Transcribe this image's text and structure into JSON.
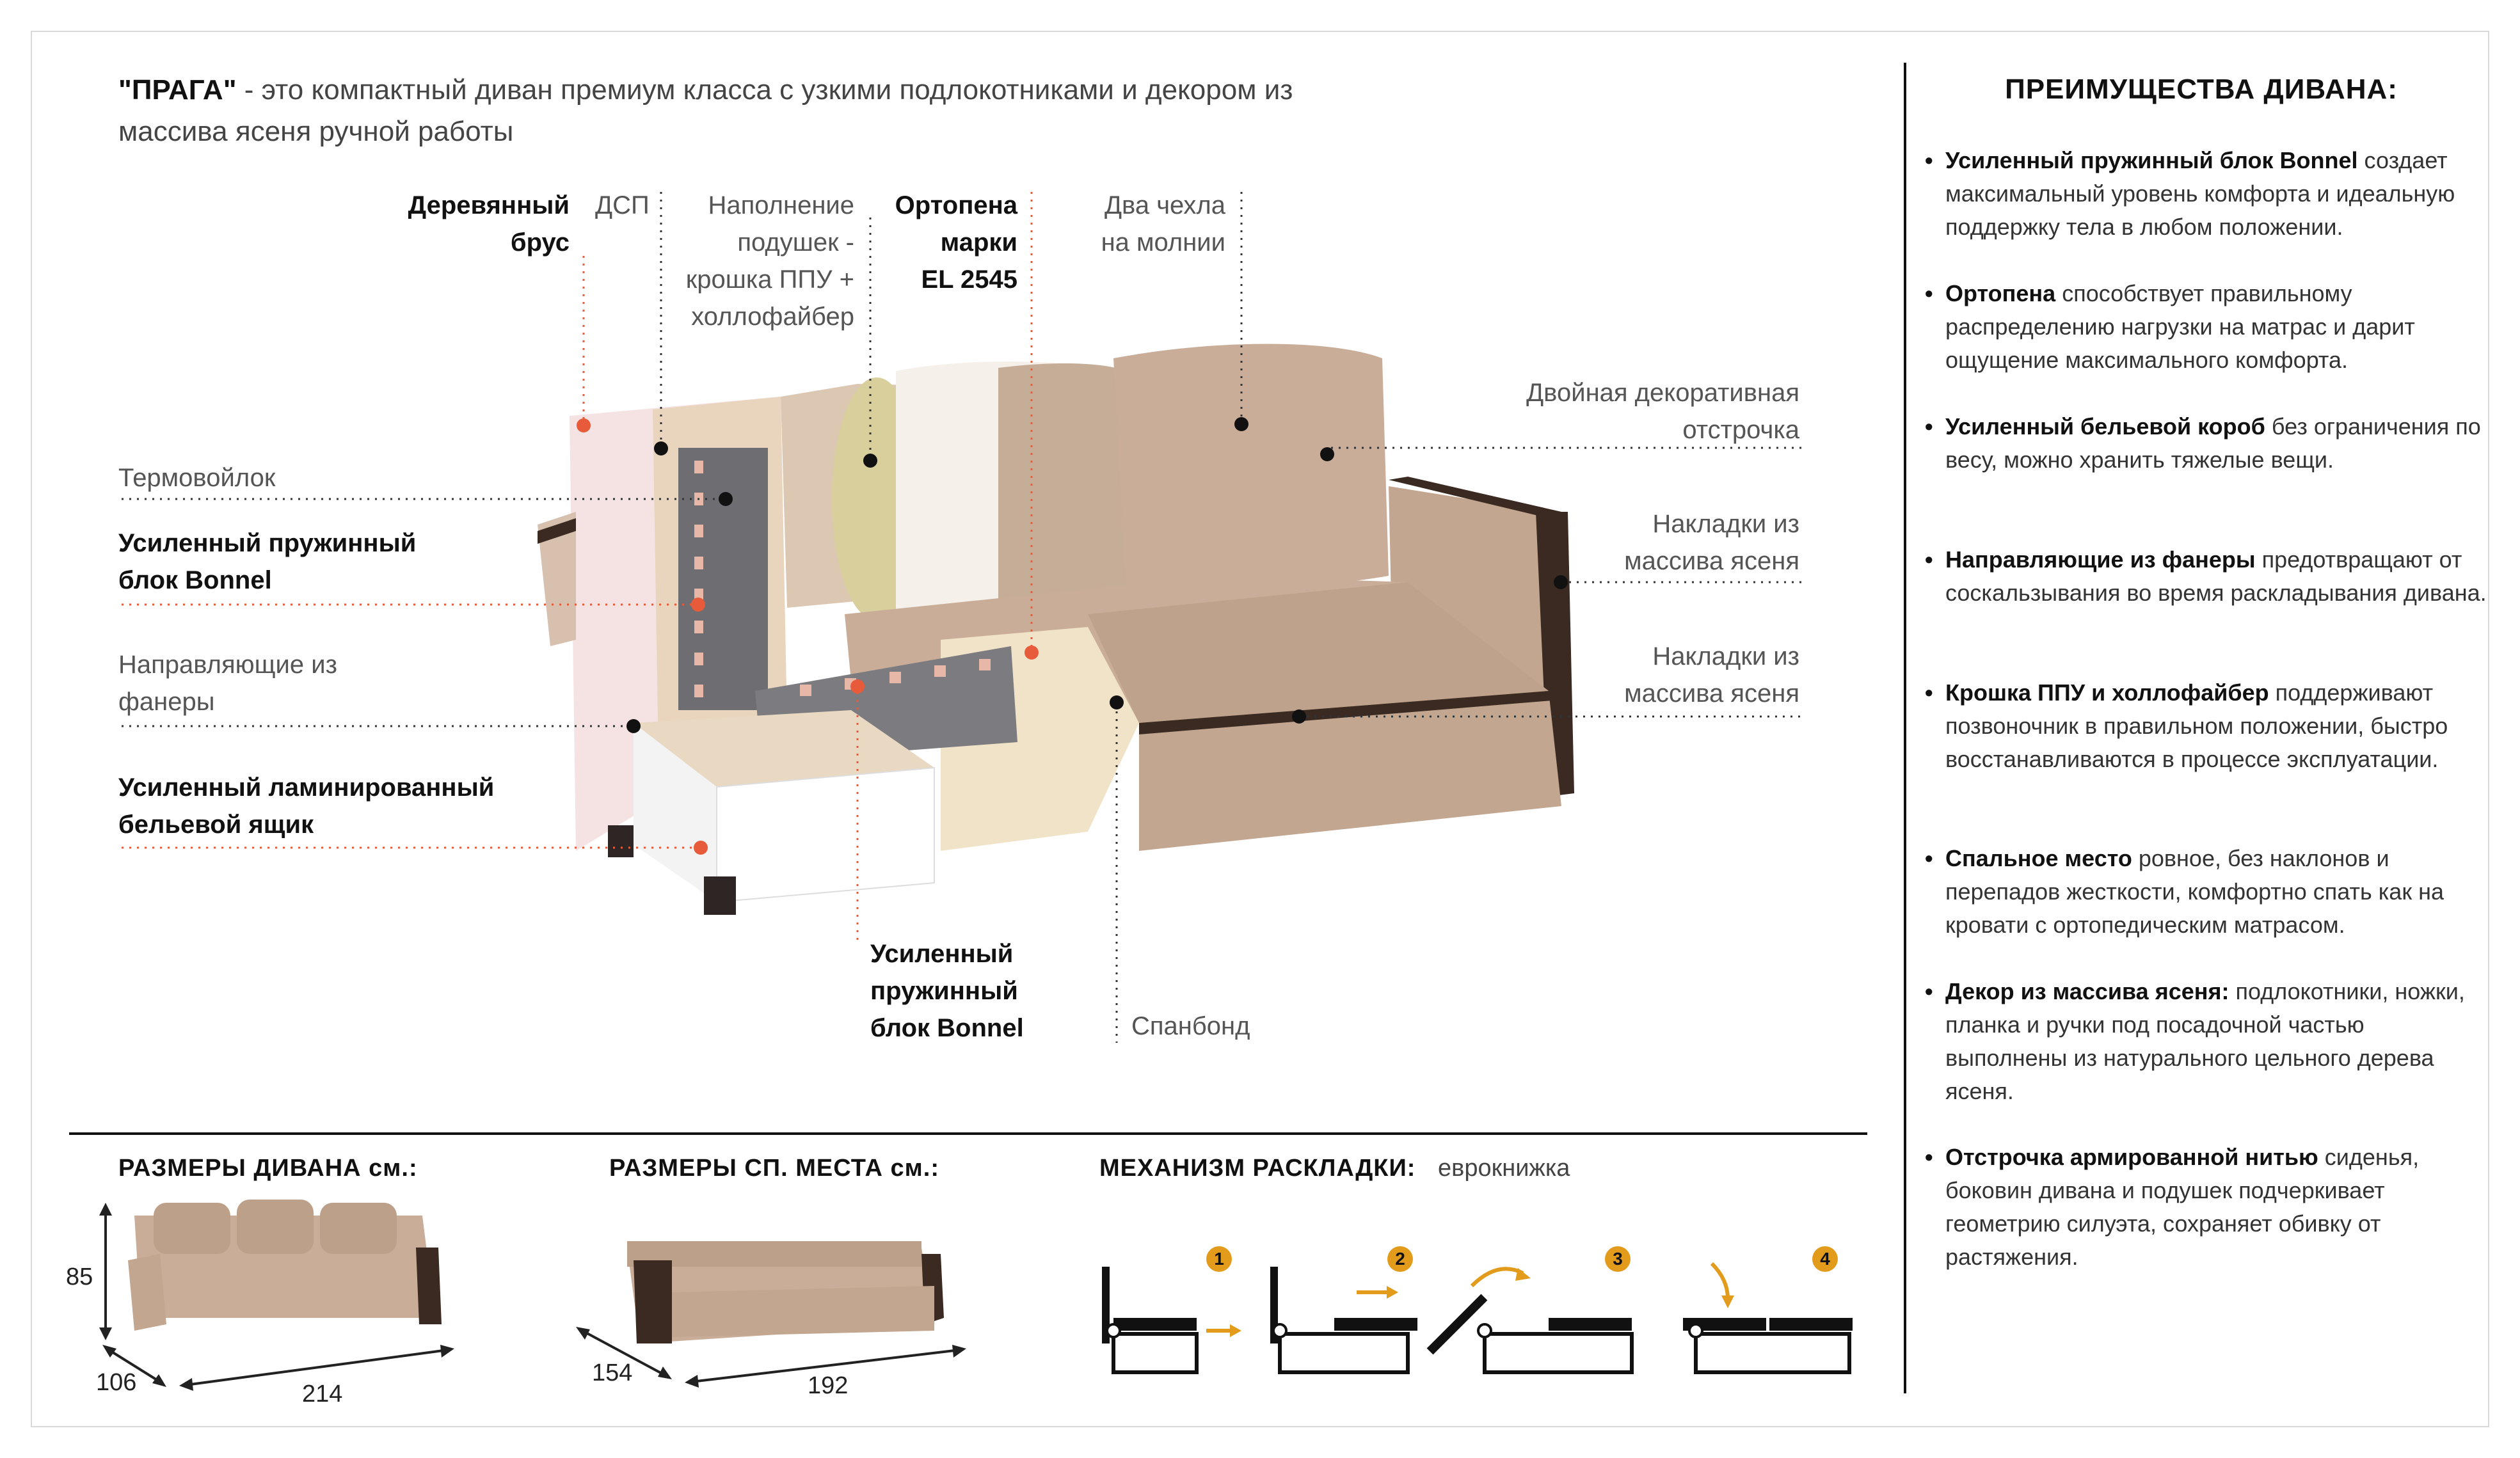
{
  "intro": {
    "name": "\"ПРАГА\"",
    "line1": " - это компактный диван премиум класса с узкими подлокотниками и декором из",
    "line2": "массива ясеня ручной работы"
  },
  "labels": {
    "derevyanny_brus": [
      "Деревянный",
      "брус"
    ],
    "dsp": "ДСП",
    "napolnenie": [
      "Наполнение",
      "подушек -",
      "крошка ППУ +",
      "холлофайбер"
    ],
    "ortopena": [
      "Ортопена",
      "марки",
      "EL 2545"
    ],
    "dva_chehla": [
      "Два чехла",
      "на молнии"
    ],
    "dvoynaya_otstrochka": [
      "Двойная декоративная",
      "отстрочка"
    ],
    "termovoylok": "Термовойлок",
    "pruzhinny_left": [
      "Усиленный пружинный",
      "блок Bonnel"
    ],
    "nakladki_1": [
      "Накладки из",
      "массива ясеня"
    ],
    "napravlyayushchie": [
      "Направляющие из",
      "фанеры"
    ],
    "nakladki_2": [
      "Накладки из",
      "массива ясеня"
    ],
    "laminirovanny": [
      "Усиленный ламинированный",
      "бельевой ящик"
    ],
    "pruzhinny_bottom": [
      "Усиленный",
      "пружинный",
      "блок Bonnel"
    ],
    "spanbond": "Спанбонд"
  },
  "advantages": {
    "title": "ПРЕИМУЩЕСТВА ДИВАНА:",
    "items": [
      {
        "bold": "Усиленный пружинный блок Bonnel",
        "text": " создает максимальный уровень комфорта и идеальную поддержку тела в любом положении."
      },
      {
        "bold": "Ортопена",
        "text": " способствует правильному распределению нагрузки на матрас и дарит ощущение максимального комфорта."
      },
      {
        "bold": "Усиленный бельевой короб",
        "text": " без ограничения по весу, можно хранить тяжелые вещи."
      },
      {
        "bold": "Направляющие из фанеры",
        "text": " предотвращают от соскальзывания во время раскладывания дивана."
      },
      {
        "bold": "Крошка ППУ и холлофайбер",
        "text": " поддерживают позвоночник в правильном положении, быстро восстанавливаются в процессе эксплуатации."
      },
      {
        "bold": "Спальное место",
        "text": " ровное, без наклонов и перепадов жесткости, комфортно спать как на кровати с ортопедическим матрасом."
      },
      {
        "bold": "Декор из массива ясеня:",
        "text": " подлокотники, ножки, планка и ручки под посадочной частью выполнены из натурального цельного дерева ясеня."
      },
      {
        "bold": "Отстрочка армированной нитью",
        "text": " сиденья, боковин дивана и подушек подчеркивает геометрию силуэта, сохраняет обивку от растяжения."
      }
    ]
  },
  "bottom": {
    "sofa_dims_title": "РАЗМЕРЫ ДИВАНА см.:",
    "sofa_height": "85",
    "sofa_depth": "106",
    "sofa_width": "214",
    "bed_dims_title": "РАЗМЕРЫ СП. МЕСТА см.:",
    "bed_depth": "154",
    "bed_width": "192",
    "mechanism_title": "МЕХАНИЗМ РАСКЛАДКИ:",
    "mechanism_value": "еврокнижка",
    "steps": [
      "1",
      "2",
      "3",
      "4"
    ]
  },
  "colors": {
    "accent_orange": "#e29b1a",
    "marker_red": "#e85b3a",
    "upholstery": "#c9ad98",
    "wood_dark": "#3a2a22"
  }
}
